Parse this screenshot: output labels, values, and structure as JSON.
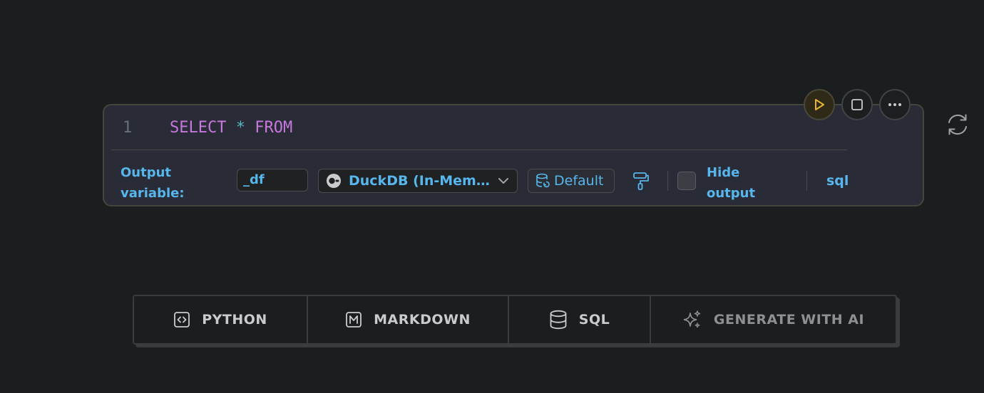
{
  "editor": {
    "line_number": "1",
    "code": {
      "kw1": "SELECT",
      "op": "*",
      "kw2": "FROM"
    }
  },
  "footer": {
    "output_label": "Output variable:",
    "output_variable": "_df",
    "engine": "DuckDB (In-Memory)",
    "schema": "Default",
    "hide_output_label": "Hide output",
    "hide_output_checked": false,
    "language": "sql"
  },
  "add_cell": {
    "python": "PYTHON",
    "markdown": "MARKDOWN",
    "sql": "SQL",
    "ai": "GENERATE WITH AI"
  },
  "icons": {
    "run": "play-icon",
    "stop": "stop-icon",
    "more": "ellipsis-icon",
    "refresh": "refresh-icon"
  },
  "colors": {
    "accent": "#57b6ec",
    "keyword": "#c678dd",
    "operator": "#56b6c2",
    "run": "#e7b62f"
  }
}
